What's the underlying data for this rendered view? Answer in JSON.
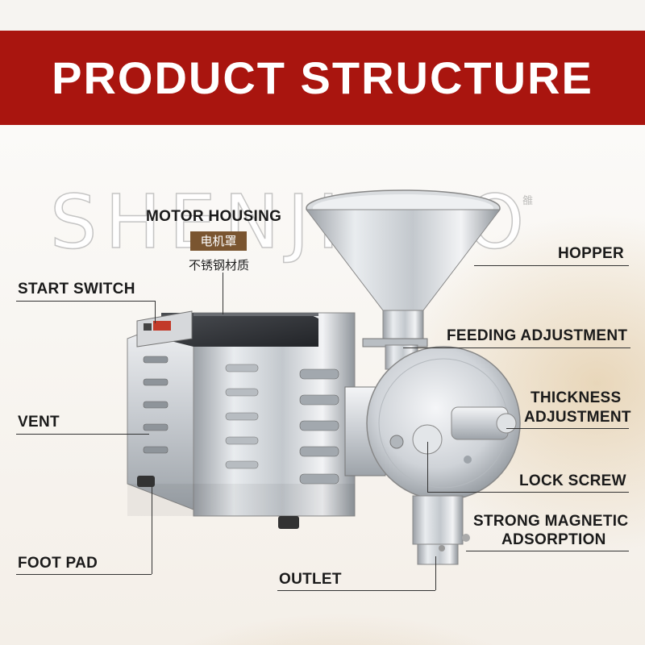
{
  "header": {
    "title": "PRODUCT STRUCTURE"
  },
  "watermark": {
    "text": "SHENJIAAO",
    "small_text": "雒"
  },
  "labels": {
    "motor_housing": "MOTOR HOUSING",
    "motor_housing_cn_tag": "电机罩",
    "motor_housing_cn_sub": "不锈钢材质",
    "start_switch": "START SWITCH",
    "vent": "VENT",
    "foot_pad": "FOOT PAD",
    "hopper": "HOPPER",
    "feeding_adjustment": "FEEDING ADJUSTMENT",
    "thickness_adjustment_1": "THICKNESS",
    "thickness_adjustment_2": "ADJUSTMENT",
    "lock_screw": "LOCK SCREW",
    "magnetic_1": "STRONG MAGNETIC",
    "magnetic_2": "ADSORPTION",
    "outlet": "OUTLET"
  },
  "colors": {
    "header_red": "#a9150f",
    "cn_tag_brown": "#7a5530"
  }
}
